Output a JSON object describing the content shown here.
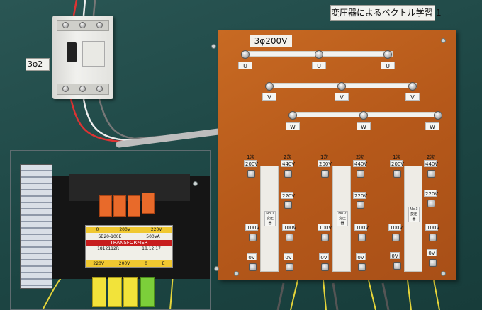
{
  "title_sticker": "変圧器によるベクトル学習-1",
  "left_sticker": "3φ2",
  "board": {
    "title": "3φ200V",
    "rows": [
      {
        "phase": "U",
        "labels": [
          "U",
          "U",
          "U"
        ]
      },
      {
        "phase": "V",
        "labels": [
          "V",
          "V",
          "V"
        ]
      },
      {
        "phase": "W",
        "labels": [
          "W",
          "W",
          "W"
        ]
      }
    ],
    "units": [
      {
        "tag": "No.1 変圧器",
        "top_left": "1次",
        "top_left_v": "200V",
        "top_right": "2次",
        "top_right_v": "440V",
        "mid_right_v": "220V",
        "low_left_v": "100V",
        "low_right_v": "100V",
        "bot_left_v": "0V",
        "bot_right_v": "0V"
      },
      {
        "tag": "No.2 変圧器",
        "top_left": "1次",
        "top_left_v": "200V",
        "top_right": "2次",
        "top_right_v": "440V",
        "mid_right_v": "220V",
        "low_left_v": "100V",
        "low_right_v": "100V",
        "bot_left_v": "0V",
        "bot_right_v": "0V"
      },
      {
        "tag": "No.3 変圧器",
        "top_left": "1次",
        "top_left_v": "200V",
        "top_right": "2次",
        "top_right_v": "440V",
        "mid_right_v": "220V",
        "low_left_v": "100V",
        "low_right_v": "100V",
        "bot_left_v": "0V",
        "bot_right_v": "0V"
      }
    ]
  },
  "transformer": {
    "voltages_top": [
      "0",
      "200V",
      "220V"
    ],
    "model": "SB20-100E",
    "capacity": "500VA",
    "name": "TRANSFORMER",
    "serial": "1812112R",
    "date": "18.12.17",
    "voltages_bottom": [
      "220V",
      "200V",
      "0",
      "E"
    ]
  }
}
